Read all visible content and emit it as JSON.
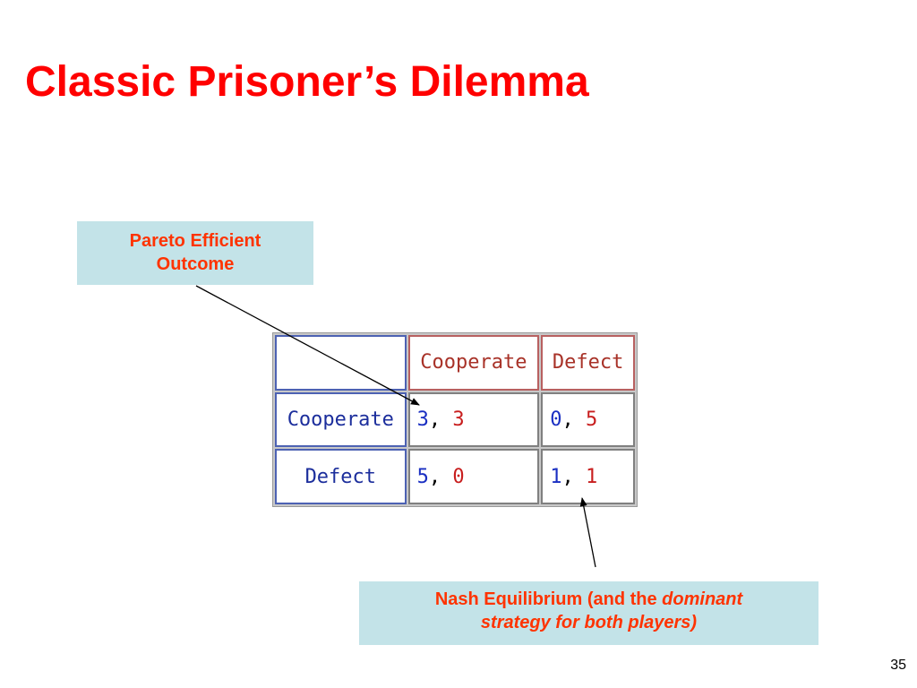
{
  "slide": {
    "title": "Classic Prisoner’s Dilemma",
    "page_number": "35"
  },
  "colors": {
    "title": "#ff0000",
    "callout_background": "#c3e3e8",
    "callout_text": "#ff3300",
    "player1_payoff": "#1a2fc2",
    "player2_payoff": "#c81e1e"
  },
  "callouts": {
    "pareto": {
      "line1": "Pareto Efficient",
      "line2": "Outcome"
    },
    "nash": {
      "line1_plain": "Nash Equilibrium (and the ",
      "line1_italic": "dominant",
      "line2": "strategy for both players)"
    }
  },
  "payoff_table": {
    "column_headers": [
      "Cooperate",
      "Defect"
    ],
    "rows": [
      {
        "label": "Cooperate",
        "cells": [
          {
            "p1": "3",
            "p2": "3"
          },
          {
            "p1": "0",
            "p2": "5"
          }
        ]
      },
      {
        "label": "Defect",
        "cells": [
          {
            "p1": "5",
            "p2": "0"
          },
          {
            "p1": "1",
            "p2": "1"
          }
        ]
      }
    ]
  }
}
